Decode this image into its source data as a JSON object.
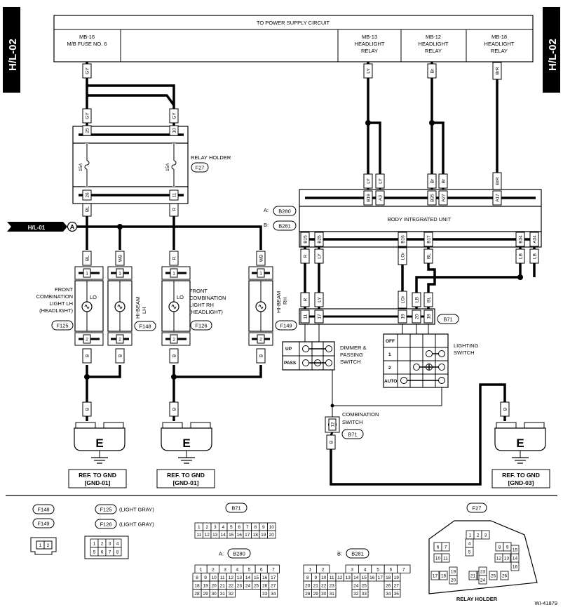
{
  "page_tabs": {
    "left": "H/L-02",
    "right": "H/L-02"
  },
  "figure_id": "WI-41879",
  "power_supply": {
    "title": "TO POWER SUPPLY CIRCUIT",
    "cells": [
      {
        "line1": "MB-16",
        "line2": "M/B FUSE NO. 6",
        "line3": ""
      },
      {
        "line1": "MB-13",
        "line2": "HEADLIGHT",
        "line3": "RELAY"
      },
      {
        "line1": "MB-12",
        "line2": "HEADLIGHT",
        "line3": "RELAY"
      },
      {
        "line1": "MB-18",
        "line2": "HEADLIGHT",
        "line3": "RELAY"
      }
    ]
  },
  "wires": {
    "gy": "GY",
    "ly": "LY",
    "br": "Br",
    "brr": "BrR",
    "bl": "BL",
    "r": "R",
    "wb": "WB",
    "b": "B",
    "lor": "LOr",
    "lb": "LB"
  },
  "relay_holder": {
    "label": "RELAY HOLDER",
    "connector": "F27",
    "fuse_rating": "15A",
    "pins_top": [
      "25",
      "10"
    ],
    "pins_bottom": [
      "26",
      "11"
    ]
  },
  "offpage": {
    "label": "H/L-01",
    "marker": "A"
  },
  "body_unit": {
    "label": "BODY INTEGRATED UNIT",
    "conn_a_prefix": "A:",
    "conn_a": "B280",
    "conn_b_prefix": "B:",
    "conn_b": "B281",
    "pins_top": [
      "B19",
      "A3",
      "B35",
      "A27",
      "A17"
    ],
    "pins_bottom": [
      "B15",
      "B25",
      "B16",
      "B17",
      "B34",
      "A34"
    ]
  },
  "lamps": {
    "lo_marker": "LO",
    "pin1": "1",
    "pin2": "2",
    "f125": {
      "l1": "FRONT",
      "l2": "COMBINATION",
      "l3": "LIGHT LH",
      "l4": "(HEADLIGHT)",
      "conn": "F125"
    },
    "f148": {
      "l1": "HI-BEAM",
      "l2": "LH",
      "conn": "F148"
    },
    "f126": {
      "l1": "FRONT",
      "l2": "COMBINATION",
      "l3": "LIGHT RH",
      "l4": "(HEADLIGHT)",
      "conn": "F126"
    },
    "f149": {
      "l1": "HI-BEAM",
      "l2": "RH",
      "conn": "F149"
    }
  },
  "combo_switch": {
    "connector": "B71",
    "pins": [
      "11",
      "17",
      "19",
      "20",
      "18"
    ],
    "dimmer_label_1": "DIMMER &",
    "dimmer_label_2": "PASSING",
    "dimmer_label_3": "SWITCH",
    "dimmer_rows": [
      "UP",
      "PASS"
    ],
    "lighting_label_1": "LIGHTING",
    "lighting_label_2": "SWITCH",
    "lighting_rows": [
      "OFF",
      "1",
      "2",
      "AUTO"
    ],
    "combination_label_1": "COMBINATION",
    "combination_label_2": "SWITCH",
    "combination_pin": "12"
  },
  "grounds": {
    "symbol": "E",
    "ref1": {
      "l1": "REF. TO GND",
      "l2": "[GND-01]"
    },
    "ref2": {
      "l1": "REF. TO GND",
      "l2": "[GND-01]"
    },
    "ref3": {
      "l1": "REF. TO GND",
      "l2": "[GND-03]"
    }
  },
  "legend": {
    "f148": "F148",
    "f149": "F149",
    "f125": "F125",
    "f125_note": "(LIGHT GRAY)",
    "f126": "F126",
    "f126_note": "(LIGHT GRAY)",
    "b71": "B71",
    "b280_prefix": "A:",
    "b280": "B280",
    "b281_prefix": "B:",
    "b281": "B281",
    "f27": "F27",
    "relay_holder": "RELAY HOLDER",
    "conn_2pin": [
      "1",
      "2"
    ],
    "conn_8pin": [
      "1",
      "2",
      "3",
      "4",
      "5",
      "6",
      "7",
      "8"
    ],
    "b71_rows": [
      [
        "1",
        "2",
        "3",
        "4",
        "5",
        "6",
        "7",
        "8",
        "9",
        "10"
      ],
      [
        "11",
        "12",
        "13",
        "14",
        "15",
        "16",
        "17",
        "18",
        "19",
        "20"
      ]
    ],
    "b280_rows": [
      [
        "1",
        "2",
        "3",
        "4",
        "5",
        "6",
        "7"
      ],
      [
        "8",
        "9",
        "10",
        "11",
        "12",
        "13",
        "14",
        "15",
        "16",
        "17"
      ],
      [
        "18",
        "19",
        "20",
        "21",
        "22",
        "23",
        "24",
        "25",
        "26",
        "27"
      ],
      [
        "28",
        "29",
        "30",
        "31",
        "32",
        "33",
        "34"
      ]
    ],
    "b281_rows": [
      [
        "1",
        "2",
        "3",
        "4",
        "5",
        "6",
        "7"
      ],
      [
        "8",
        "9",
        "10",
        "11",
        "12",
        "13",
        "14",
        "15",
        "16",
        "17",
        "18",
        "19"
      ],
      [
        "20",
        "21",
        "22",
        "23",
        "24",
        "25",
        "26",
        "27"
      ],
      [
        "28",
        "29",
        "30",
        "31",
        "32",
        "33",
        "34",
        "35"
      ]
    ],
    "f27_cells": [
      "1",
      "2",
      "3",
      "4",
      "5",
      "6",
      "7",
      "8",
      "9",
      "10",
      "11",
      "12",
      "13",
      "14",
      "15",
      "16",
      "17",
      "18",
      "19",
      "20",
      "21",
      "22",
      "23",
      "24",
      "25",
      "26"
    ]
  }
}
